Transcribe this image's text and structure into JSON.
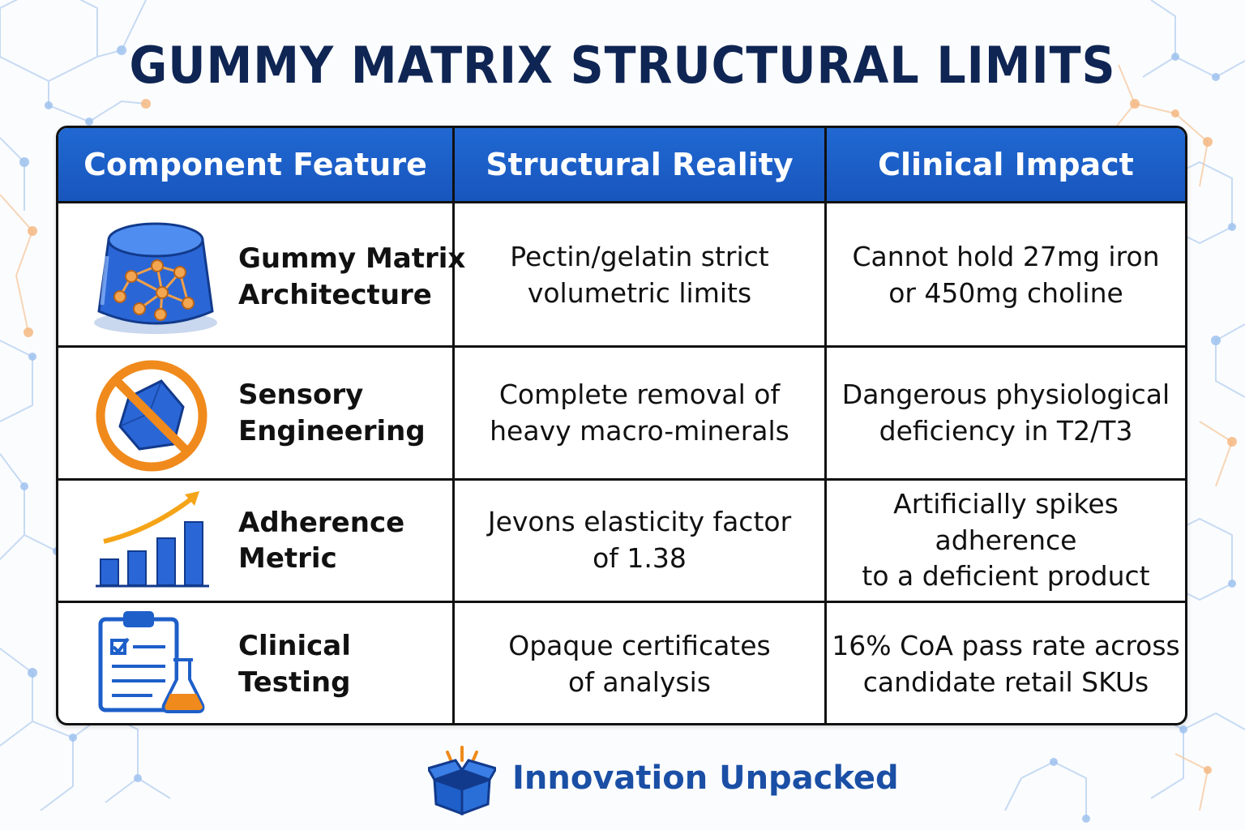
{
  "title": "GUMMY MATRIX STRUCTURAL LIMITS",
  "table": {
    "headers": [
      "Component Feature",
      "Structural Reality",
      "Clinical Impact"
    ],
    "rows": [
      {
        "icon": "gummy-matrix-icon",
        "feature": "Gummy Matrix\nArchitecture",
        "reality": "Pectin/gelatin strict\nvolumetric limits",
        "impact": "Cannot hold 27mg iron\nor 450mg choline"
      },
      {
        "icon": "no-mineral-icon",
        "feature": "Sensory\nEngineering",
        "reality": "Complete removal of\nheavy macro-minerals",
        "impact": "Dangerous physiological\ndeficiency in T2/T3"
      },
      {
        "icon": "rising-bar-chart-icon",
        "feature": "Adherence\nMetric",
        "reality": "Jevons elasticity factor\nof 1.38",
        "impact": "Artificially spikes adherence\nto a deficient product"
      },
      {
        "icon": "clipboard-flask-icon",
        "feature": "Clinical\nTesting",
        "reality": "Opaque certificates\nof analysis",
        "impact": "16% CoA pass rate across\ncandidate retail SKUs"
      }
    ]
  },
  "footer": {
    "brand": "Innovation Unpacked",
    "icon": "open-box-icon"
  },
  "colors": {
    "title": "#0f2553",
    "header_bg": "#1e62cc",
    "accent_orange": "#f08a1c",
    "icon_blue": "#1e5fc9",
    "brand": "#1a4fa5"
  }
}
